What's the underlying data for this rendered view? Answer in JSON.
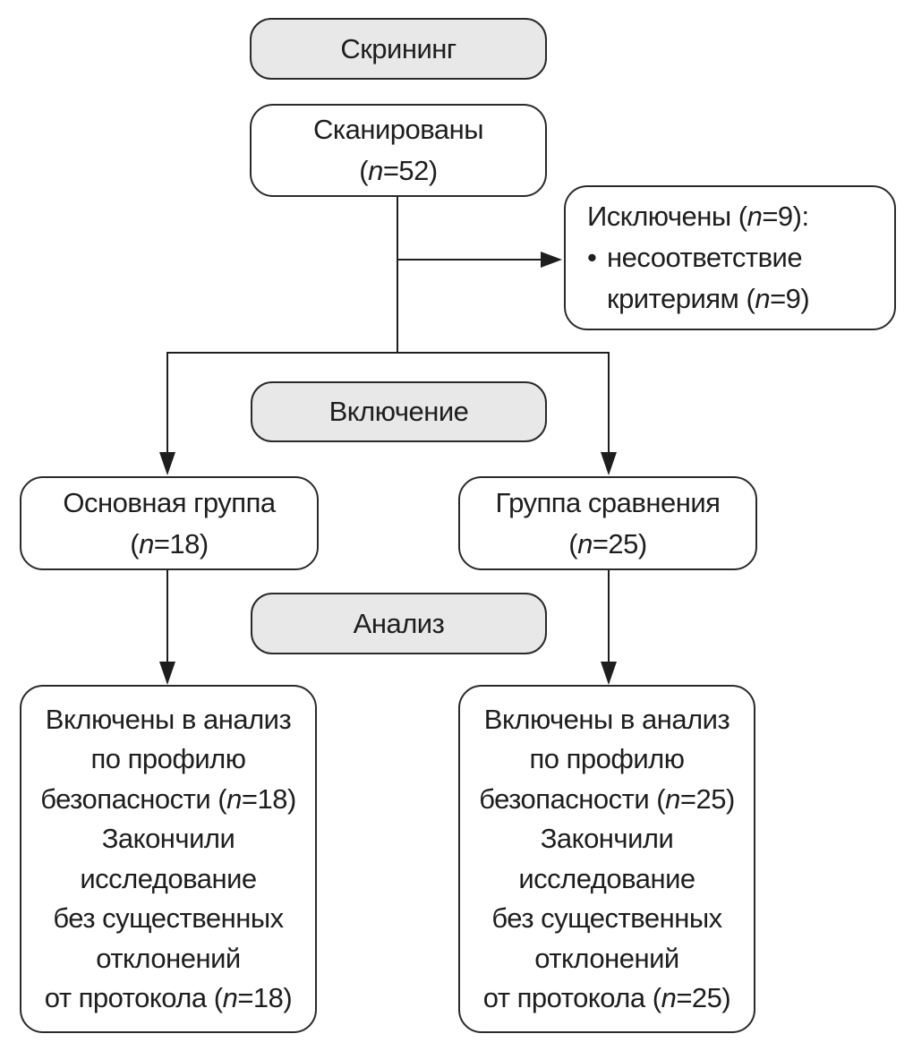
{
  "diagram": {
    "stages": {
      "screening": "Скрининг",
      "inclusion": "Включение",
      "analysis": "Анализ"
    },
    "scanned": {
      "label": "Сканированы",
      "n_prefix": "(",
      "n_symbol": "n",
      "n_value": "=52)"
    },
    "excluded": {
      "title_label": "Исключены (",
      "title_n_symbol": "n",
      "title_n_value": "=9):",
      "bullet": "•",
      "reason_line1": "несоответствие",
      "reason_line2_label": "критериям (",
      "reason_n_symbol": "n",
      "reason_n_value": "=9)"
    },
    "main_group": {
      "label": "Основная группа",
      "n_prefix": "(",
      "n_symbol": "n",
      "n_value": "=18)"
    },
    "comparison_group": {
      "label": "Группа сравнения",
      "n_prefix": "(",
      "n_symbol": "n",
      "n_value": "=25)"
    },
    "main_analysis": {
      "line1": "Включены в анализ",
      "line2": "по профилю",
      "line3_label": "безопасности (",
      "line3_n_symbol": "n",
      "line3_n_value": "=18)",
      "line4": "Закончили",
      "line5": "исследование",
      "line6": "без существенных",
      "line7": "отклонений",
      "line8_label": "от протокола (",
      "line8_n_symbol": "n",
      "line8_n_value": "=18)"
    },
    "comparison_analysis": {
      "line1": "Включены в анализ",
      "line2": "по профилю",
      "line3_label": "безопасности (",
      "line3_n_symbol": "n",
      "line3_n_value": "=25)",
      "line4": "Закончили",
      "line5": "исследование",
      "line6": "без существенных",
      "line7": "отклонений",
      "line8_label": "от протокола (",
      "line8_n_symbol": "n",
      "line8_n_value": "=25)"
    },
    "colors": {
      "stage_fill": "#e8e8e8",
      "box_fill": "#ffffff",
      "stroke": "#2a2a2a"
    }
  }
}
